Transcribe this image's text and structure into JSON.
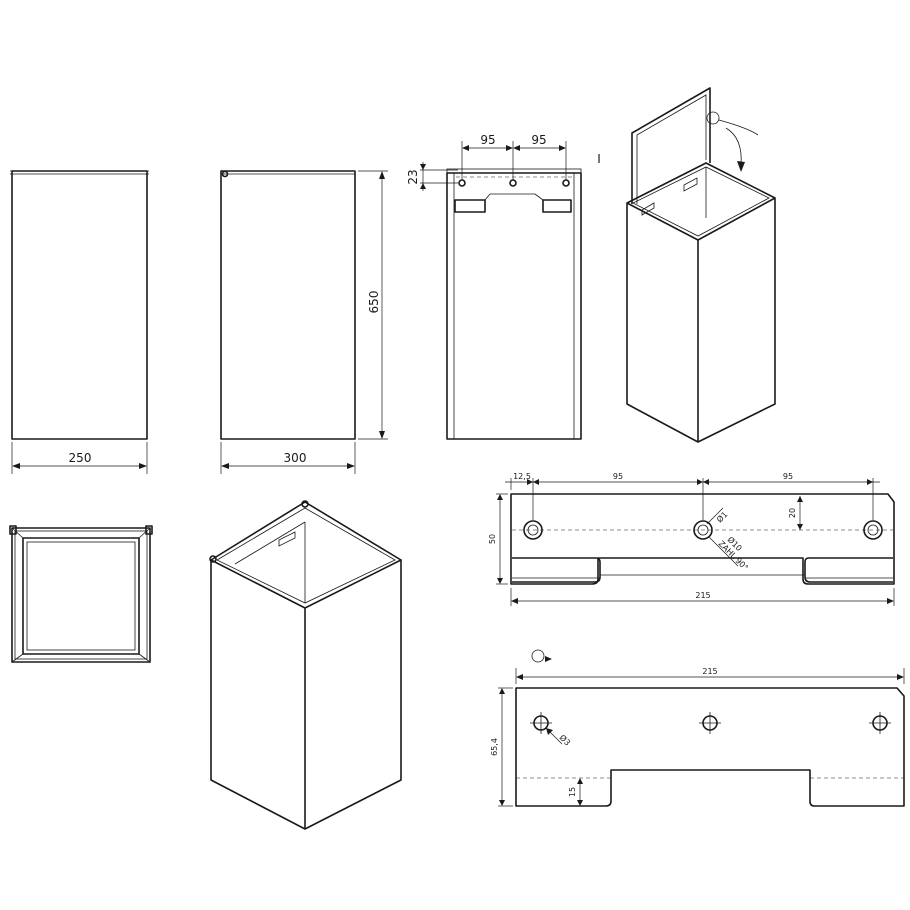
{
  "dimensions": {
    "front_width": "250",
    "side_width": "300",
    "height": "650",
    "bracket_top_offset": "23",
    "bracket_spacing_left": "95",
    "bracket_spacing_right": "95"
  },
  "bracket_top": {
    "edge_offset": "12,5",
    "spacing_left": "95",
    "spacing_right": "95",
    "hole_depth": "20",
    "height": "50",
    "length": "215",
    "hole_small": "Ø1",
    "hole_large": "Ø10",
    "note": "ZAHL 90°"
  },
  "bracket_bottom": {
    "length": "215",
    "height": "65,4",
    "notch": "15",
    "hole": "Ø3"
  },
  "labels": {
    "section_mark": "I"
  }
}
